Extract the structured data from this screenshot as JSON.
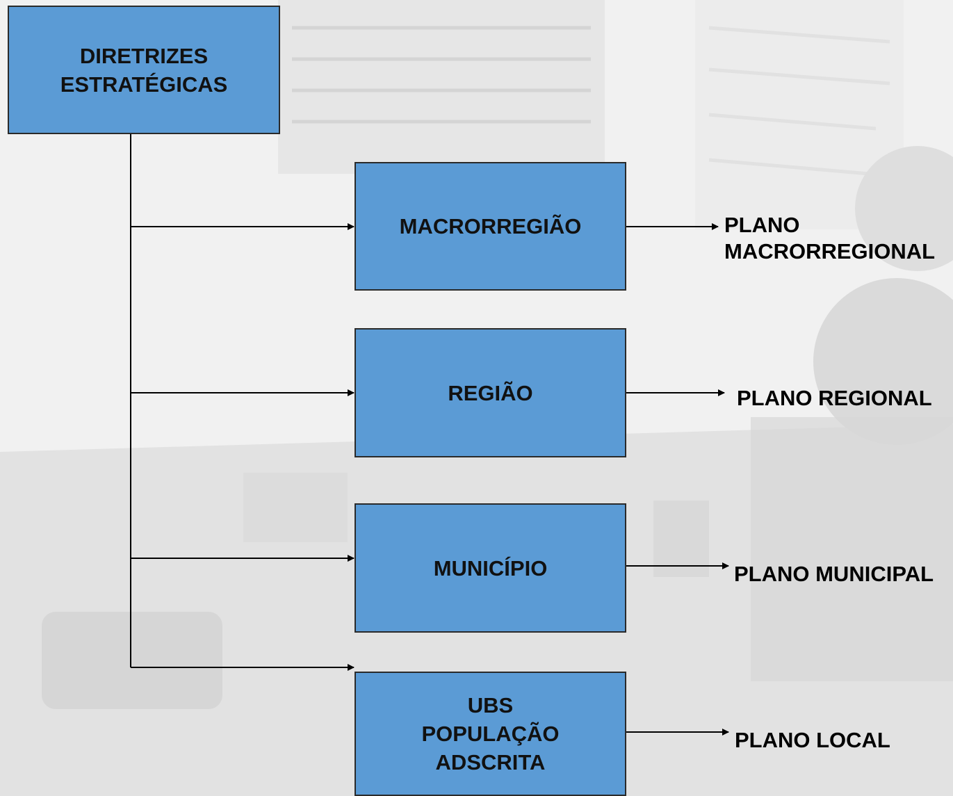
{
  "colors": {
    "box_fill": "#5b9bd5",
    "box_border": "#2a2a2a",
    "connector": "#000000",
    "background": "#f1f1f1"
  },
  "diagram": {
    "root": {
      "label": "DIRETRIZES\nESTRATÉGICAS"
    },
    "levels": [
      {
        "label": "MACRORREGIÃO",
        "plan": "PLANO\nMACRORREGIONAL"
      },
      {
        "label": "REGIÃO",
        "plan": "PLANO REGIONAL"
      },
      {
        "label": "MUNICÍPIO",
        "plan": "PLANO MUNICIPAL"
      },
      {
        "label": "UBS\nPOPULAÇÃO\nADSCRITA",
        "plan": "PLANO LOCAL"
      }
    ]
  }
}
